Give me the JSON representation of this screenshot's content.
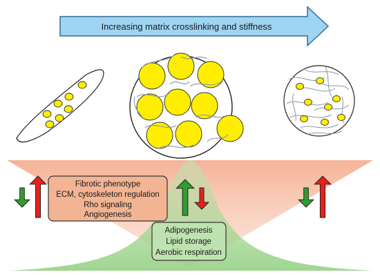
{
  "arrow": {
    "label": "Increasing matrix crosslinking and stiffness",
    "fill": "#9fd4f2",
    "stroke": "#2f6f95"
  },
  "fibrotic_box": {
    "lines": [
      "Fibrotic phenotype",
      "ECM, cytoskeleton regulation",
      "Rho signaling",
      "Angiogenesis"
    ],
    "fill": "#f3b493"
  },
  "adipogenic_box": {
    "lines": [
      "Adipogenesis",
      "Lipid storage",
      "Aerobic respiration"
    ],
    "fill": "#bfe3b0"
  },
  "colors": {
    "droplet": "#ffee00",
    "fiber": "#8a96a3",
    "up_arrow": "#e8211c",
    "down_arrow": "#2f9e2f",
    "fibrotic_band": "#f4b399",
    "adipogenic_band": "#a9d89a"
  }
}
